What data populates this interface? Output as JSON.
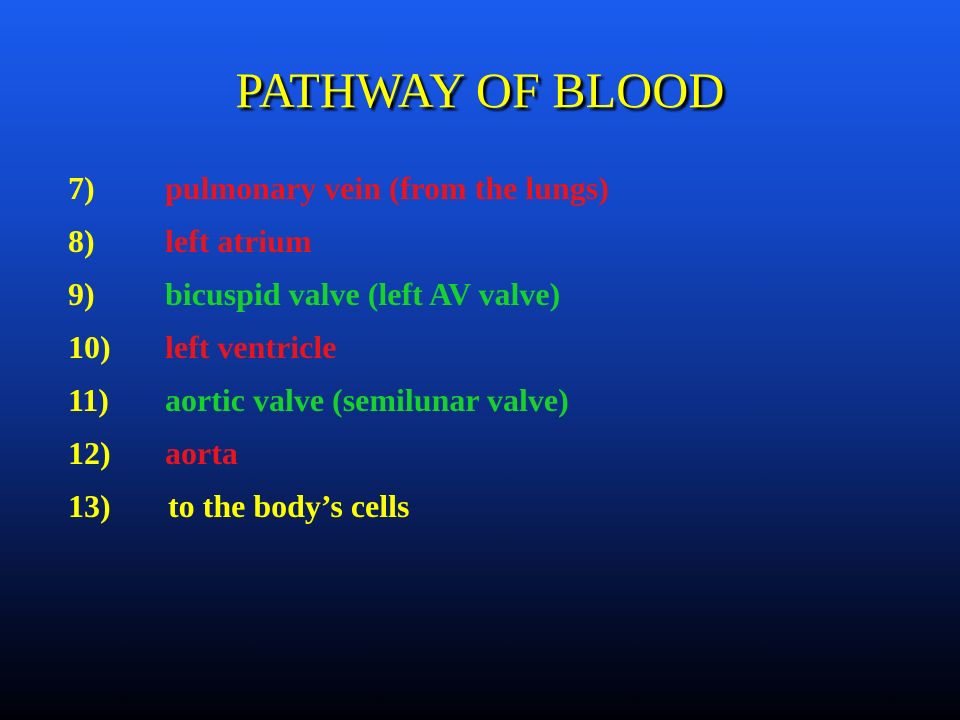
{
  "slide": {
    "title": "PATHWAY OF BLOOD",
    "items": [
      {
        "number": "7)",
        "text": "pulmonary vein (from the lungs)",
        "color": "#e8141e"
      },
      {
        "number": "8)",
        "text": "left atrium",
        "color": "#e8141e"
      },
      {
        "number": "9)",
        "text": "bicuspid valve (left AV valve)",
        "color": "#16d22a"
      },
      {
        "number": "10)",
        "text": "left ventricle",
        "color": "#e8141e"
      },
      {
        "number": "11)",
        "text": "aortic valve (semilunar valve)",
        "color": "#16d22a"
      },
      {
        "number": "12)",
        "text": "aorta",
        "color": "#e8141e"
      },
      {
        "number": "13)",
        "text": "to the body’s cells",
        "color": "#ffff00"
      }
    ],
    "colors": {
      "title": "#ffff00",
      "numbers": "#ffff00",
      "background_top": "#1a5cf0",
      "background_bottom": "#000008"
    }
  }
}
